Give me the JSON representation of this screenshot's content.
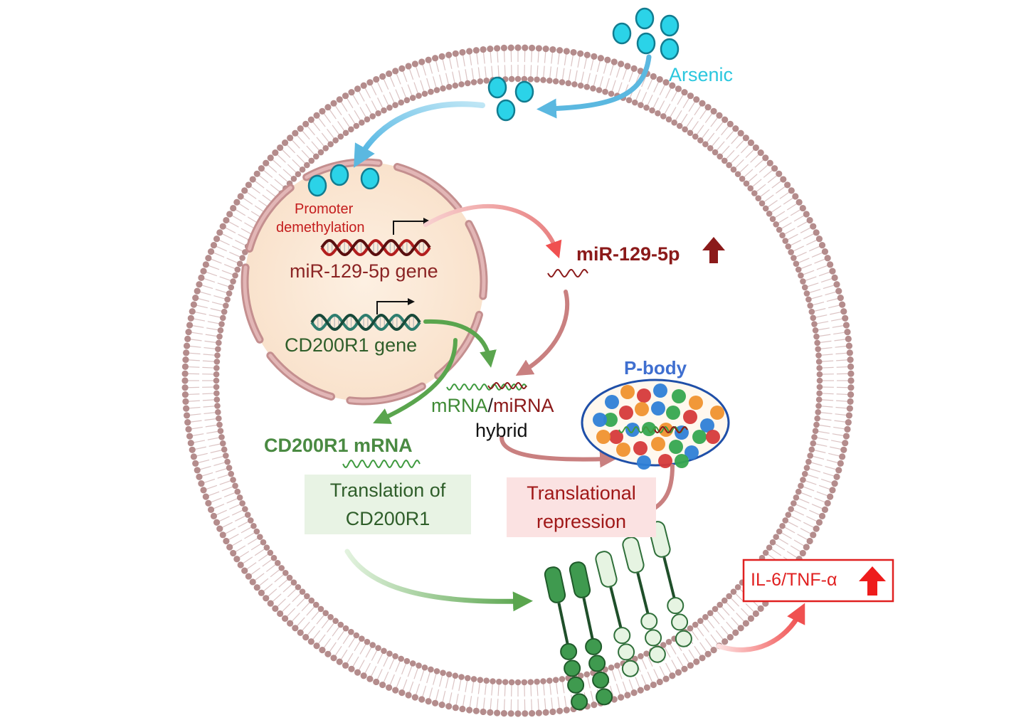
{
  "colors": {
    "membrane": "#b48c8c",
    "membrane_light": "#dcc4c4",
    "nucleus_fill": "#fbe8d4",
    "nucleus_border": "#c48f8f",
    "arsenic": "#2bd3e8",
    "arsenic_arrow": "#5bb8e0",
    "mir": "#8b1a1a",
    "mir_arrow": "#c97b7b",
    "cd200r1": "#3f7d3a",
    "cd200r1_light": "#5aa54e",
    "pbody_border": "#1f4fa8",
    "pbody_label": "#3f6fd0",
    "il6": "#e02020"
  },
  "labels": {
    "arsenic": "Arsenic",
    "promoter_line1": "Promoter",
    "promoter_line2": "demethylation",
    "mir_gene": "miR-129-5p gene",
    "cd200r1_gene": "CD200R1 gene",
    "mir_product": "miR-129-5p",
    "hybrid_mrna": "mRNA",
    "hybrid_slash": "/",
    "hybrid_mirna": "miRNA",
    "hybrid_word": "hybrid",
    "pbody": "P-body",
    "cd200r1_mrna": "CD200R1 mRNA",
    "il6": "IL-6/TNF-α"
  },
  "boxes": {
    "translation": {
      "line1": "Translation of",
      "line2": "CD200R1"
    },
    "repression": {
      "line1": "Translational",
      "line2": "repression"
    }
  },
  "icons": {
    "up_arrow_mir": "up-arrow-icon",
    "up_arrow_il6": "up-arrow-icon",
    "tss_arrow": "transcription-start-arrow-icon"
  }
}
